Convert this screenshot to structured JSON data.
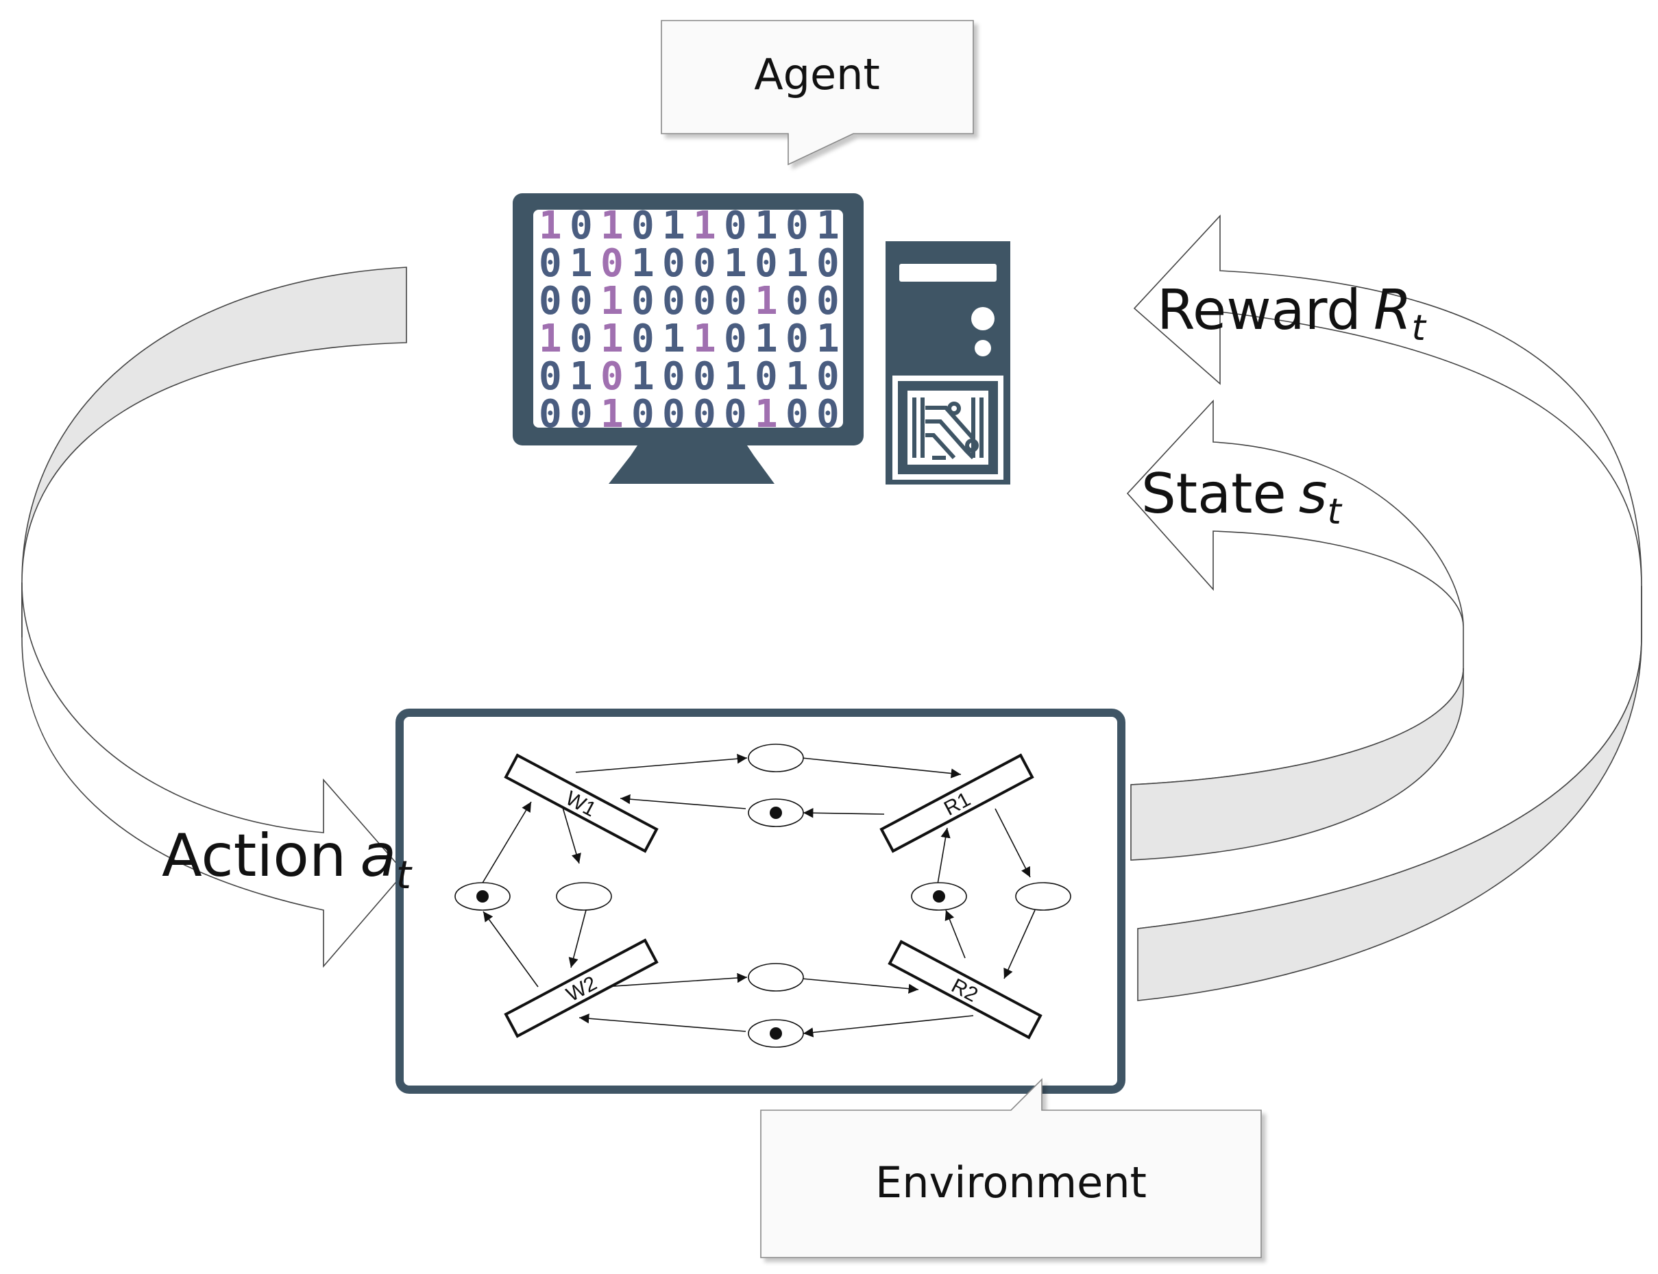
{
  "agent_callout": "Agent",
  "environment_callout": "Environment",
  "arrows": {
    "action": {
      "word": "Action",
      "symbol": "a",
      "subscript": "t"
    },
    "state": {
      "word": "State",
      "symbol": "s",
      "subscript": "t"
    },
    "reward": {
      "word": "Reward",
      "symbol": "R",
      "subscript": "t"
    }
  },
  "computer": {
    "binary_rows": [
      {
        "text": "1010110101",
        "highlight": [
          0,
          2,
          5
        ]
      },
      {
        "text": "0101001010",
        "highlight": [
          2
        ]
      },
      {
        "text": "0010000100",
        "highlight": [
          2,
          7
        ]
      },
      {
        "text": "1010110101",
        "highlight": [
          0,
          2,
          5
        ]
      },
      {
        "text": "0101001010",
        "highlight": [
          2
        ]
      },
      {
        "text": "0010000100",
        "highlight": [
          2,
          7
        ]
      }
    ]
  },
  "petri_net": {
    "transitions": [
      "W1",
      "R1",
      "W2",
      "R2"
    ]
  },
  "colors": {
    "device": "#3f5565",
    "digit_blue": "#4a5d80",
    "digit_purple": "#a070b0",
    "arrow_fill": "#e6e6e6",
    "frame": "#3f5565"
  }
}
